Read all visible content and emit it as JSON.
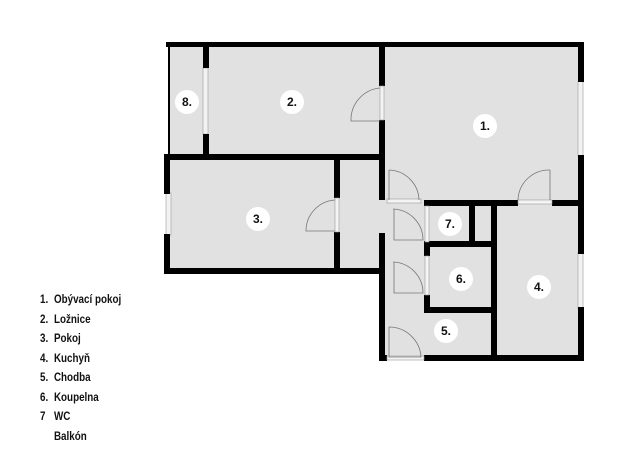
{
  "floorplan": {
    "colors": {
      "room_fill": "#e1e1e1",
      "wall": "#000000",
      "label_badge": "#ffffff",
      "background": "#ffffff"
    },
    "rooms": [
      {
        "number": "1.",
        "name": "Obývací pokoj"
      },
      {
        "number": "2.",
        "name": "Ložnice"
      },
      {
        "number": "3.",
        "name": "Pokoj"
      },
      {
        "number": "4.",
        "name": "Kuchyň"
      },
      {
        "number": "5.",
        "name": "Chodba"
      },
      {
        "number": "6.",
        "name": "Koupelna"
      },
      {
        "number": "7.",
        "name": "WC"
      },
      {
        "number": "8.",
        "name": "Balkón"
      }
    ]
  },
  "legend": {
    "items": [
      {
        "num": "1.",
        "label": "Obývací pokoj"
      },
      {
        "num": "2.",
        "label": "Ložnice"
      },
      {
        "num": "3.",
        "label": "Pokoj"
      },
      {
        "num": "4.",
        "label": "Kuchyň"
      },
      {
        "num": "5.",
        "label": "Chodba"
      },
      {
        "num": "6.",
        "label": "Koupelna"
      },
      {
        "num": "7",
        "label": "WC"
      },
      {
        "num": "",
        "label": "Balkón"
      }
    ]
  }
}
